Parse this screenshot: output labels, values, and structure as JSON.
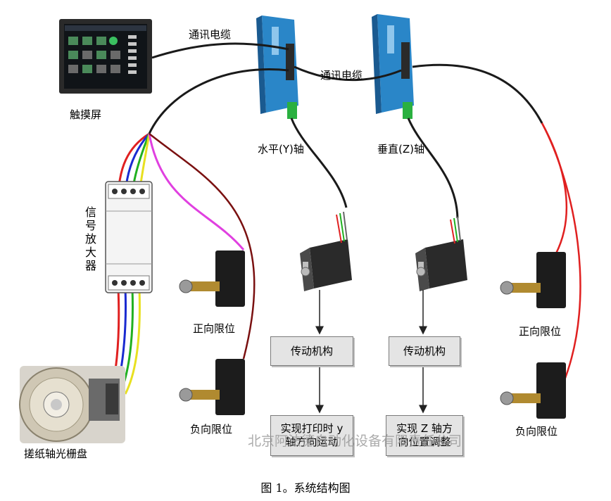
{
  "labels": {
    "touchscreen": "触摸屏",
    "cable_1": "通讯电缆",
    "cable_2": "通讯电缆",
    "axis_y": "水平(Y)轴",
    "axis_z": "垂直(Z)轴",
    "amplifier": "信号放大器",
    "encoder": "搓纸轴光栅盘",
    "limit_pos_left": "正向限位",
    "limit_neg_left": "负向限位",
    "limit_pos_right": "正向限位",
    "limit_neg_right": "负向限位"
  },
  "boxes": {
    "transmission_y": "传动机构",
    "result_y_line1": "实现打印时 y",
    "result_y_line2": "轴方向运动",
    "transmission_z": "传动机构",
    "result_z_line1": "实现 Z 轴方",
    "result_z_line2": "向位置调整"
  },
  "watermark": "北京阿法德自动化设备有限责任公司",
  "caption": "图 1。系统结构图",
  "colors": {
    "driver_blue": "#2a86c8",
    "box_fill": "#e4e4e4",
    "wire_black": "#1a1a1a",
    "wire_red": "#e02020",
    "wire_darkred": "#7a1010",
    "wire_magenta": "#e040e0",
    "wire_blue": "#1a2ad0",
    "wire_green": "#20b020",
    "wire_yellow": "#e8e020"
  }
}
